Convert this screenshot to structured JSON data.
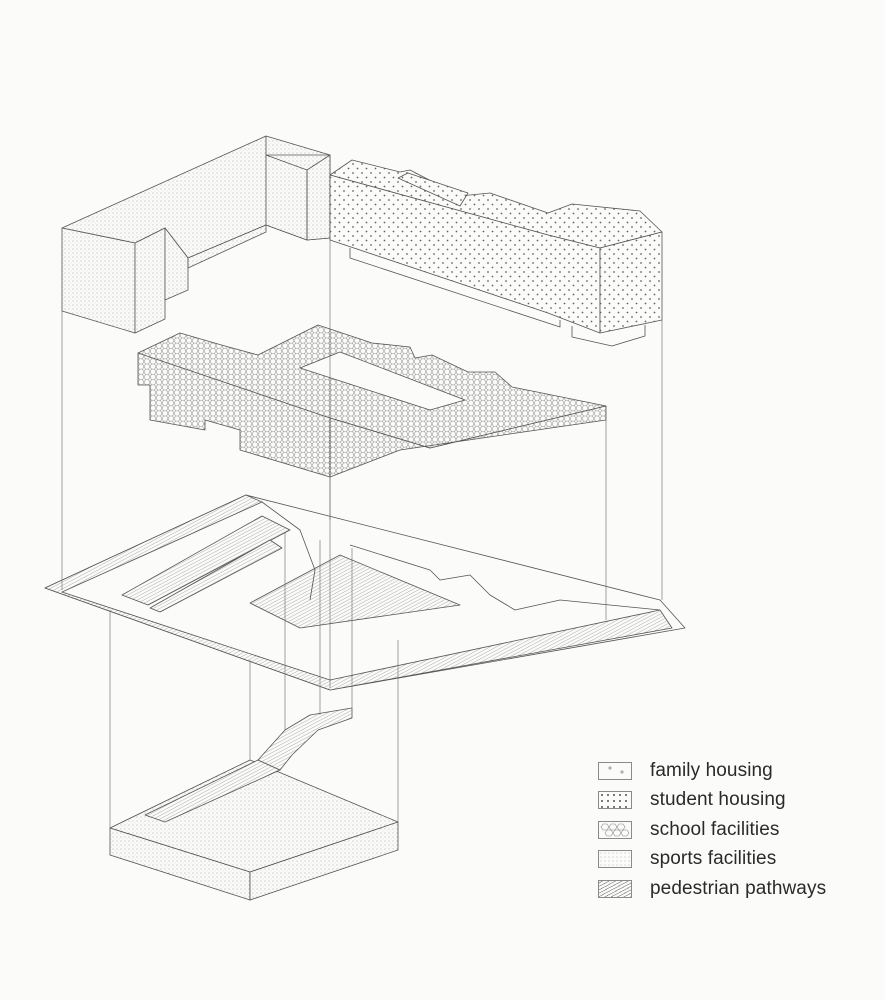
{
  "diagram": {
    "layers": [
      "family housing block",
      "student housing block",
      "school facilities block",
      "site plane",
      "sports facilities block"
    ]
  },
  "legend": {
    "items": [
      {
        "label": "family housing",
        "pattern": "crosses"
      },
      {
        "label": "student housing",
        "pattern": "dots"
      },
      {
        "label": "school facilities",
        "pattern": "hexagons"
      },
      {
        "label": "sports facilities",
        "pattern": "stipple"
      },
      {
        "label": "pedestrian pathways",
        "pattern": "hatch"
      }
    ]
  },
  "colors": {
    "line": "#555555",
    "background": "#fbfbf9",
    "text": "#2a2a2a"
  }
}
